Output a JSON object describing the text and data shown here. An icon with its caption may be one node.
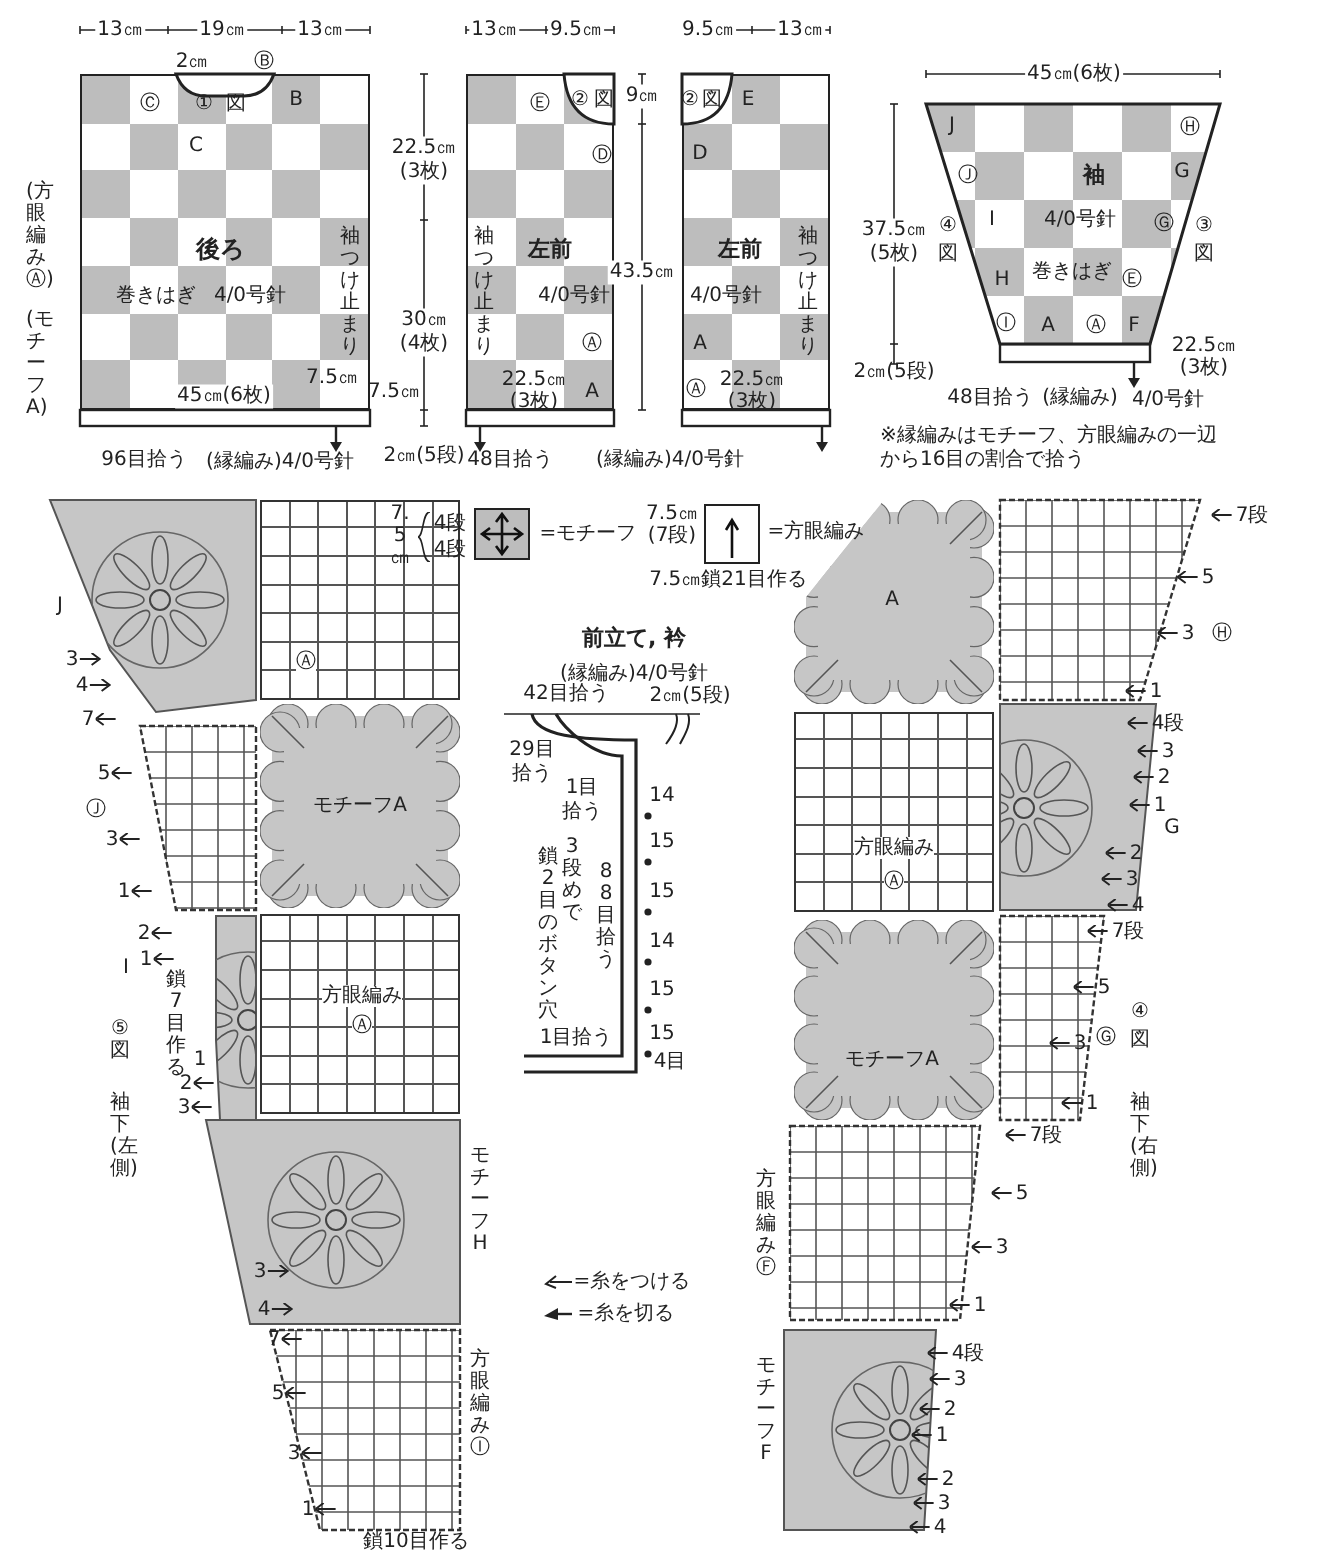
{
  "diagram": {
    "nodes": [
      {
        "text": [
          "後ろ",
          "4/0号針"
        ]
      },
      {
        "text": [
          "左前",
          "4/0号針"
        ]
      },
      {
        "text": [
          "左前",
          "4/0号針"
        ]
      },
      {
        "text": [
          "袖",
          "4/0号針"
        ]
      },
      {
        "text": [
          "モチーフA"
        ]
      },
      {
        "text": [
          "Ⓐ"
        ]
      },
      {
        "text": [
          "方眼編み",
          "Ⓐ"
        ]
      },
      {
        "text": [
          "A"
        ]
      },
      {
        "text": [
          "方眼編み",
          "Ⓐ"
        ]
      },
      {
        "text": [
          "モチーフA"
        ]
      }
    ],
    "labels": [
      "13㎝",
      "19㎝",
      "13㎝",
      "2㎝",
      "Ⓑ",
      "Ⓒ",
      "①",
      "図",
      "B",
      "C",
      "(方眼編みⒶ)",
      "(モチーフA)",
      "巻きはぎ",
      "袖つけ止まり",
      "22.5㎝",
      "(3枚)",
      "30㎝",
      "(4枚)",
      "45㎝(6枚)",
      "7.5㎝",
      "7.5㎝",
      "96目拾う",
      "(縁編み)4/0号針",
      "2㎝(5段)",
      "13㎝",
      "9.5㎝",
      "9.5㎝",
      "13㎝",
      "Ⓔ",
      "②",
      "図",
      "Ⓓ",
      "袖つけ止まり",
      "Ⓐ",
      "A",
      "22.5㎝",
      "(3枚)",
      "9㎝",
      "43.5㎝",
      "48目拾う",
      "(縁編み)4/0号針",
      "②",
      "図",
      "E",
      "D",
      "袖つけ止まり",
      "A",
      "Ⓐ",
      "22.5㎝",
      "(3枚)",
      "45㎝(6枚)",
      "J",
      "Ⓗ",
      "Ⓙ",
      "G",
      "④",
      "I",
      "Ⓖ",
      "③",
      "図",
      "図",
      "H",
      "巻きはぎ",
      "Ⓔ",
      "Ⓘ",
      "A",
      "Ⓐ",
      "F",
      "37.5㎝",
      "(5枚)",
      "2㎝(5段)",
      "22.5㎝",
      "(3枚)",
      "48目拾う",
      "(縁編み)",
      "4/0号針",
      "※縁編みはモチーフ、方眼編みの一辺から16目の割合で拾う",
      "7.5㎝",
      "4段",
      "4段",
      "=モチーフ",
      "7.5㎝",
      "(7段)",
      "=方眼編み",
      "7.5㎝鎖21目作る",
      "前立て, 衿",
      "(縁編み)4/0号針",
      "42目拾う",
      "2㎝(5段)",
      "29目拾う",
      "1目拾う",
      "3段めで",
      "鎖2目のボタン穴",
      "88目拾う",
      "1目拾う",
      "14",
      "15",
      "15",
      "14",
      "15",
      "15",
      "4目",
      "=糸をつける",
      "=糸を切る",
      "J",
      "3",
      "4",
      "7",
      "5",
      "Ⓙ",
      "3",
      "1",
      "2",
      "I",
      "1",
      "鎖7目作る",
      "1",
      "2",
      "3",
      "⑤図",
      "袖下(左側)",
      "モチーフH",
      "3",
      "4",
      "7",
      "5",
      "3",
      "1",
      "方眼編みⒾ",
      "鎖10目作る",
      "7段",
      "5",
      "3",
      "Ⓗ",
      "1",
      "4段",
      "3",
      "2",
      "1",
      "G",
      "2",
      "3",
      "4",
      "7段",
      "5",
      "3",
      "Ⓖ",
      "④",
      "図",
      "袖下(右側)",
      "1",
      "7段",
      "5",
      "3",
      "1",
      "方眼編みⒻ",
      "4段",
      "3",
      "2",
      "1",
      "2",
      "3",
      "4",
      "モチーフF"
    ]
  }
}
